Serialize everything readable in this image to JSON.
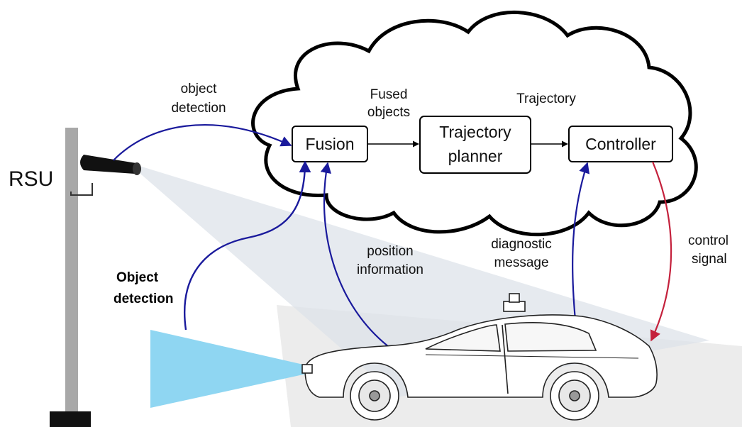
{
  "diagram": {
    "rsu_label": "RSU",
    "boxes": {
      "fusion": "Fusion",
      "planner_line1": "Trajectory",
      "planner_line2": "planner",
      "controller": "Controller"
    },
    "labels": {
      "object_detection_top_1": "object",
      "object_detection_top_2": "detection",
      "fused_objects_1": "Fused",
      "fused_objects_2": "objects",
      "trajectory": "Trajectory",
      "position_1": "position",
      "position_2": "information",
      "diagnostic_1": "diagnostic",
      "diagnostic_2": "message",
      "control_1": "control",
      "control_2": "signal",
      "object_detection_bold_1": "Object",
      "object_detection_bold_2": "detection"
    },
    "colors": {
      "cloud_stroke": "#000000",
      "arrow_blue": "#1a1a9c",
      "arrow_red": "#c4213c",
      "sensor_beam": "#8fd6f2",
      "rsu_beam": "#dde3ea",
      "ground_shade": "#ececec",
      "pole": "#a8a8a8"
    }
  }
}
